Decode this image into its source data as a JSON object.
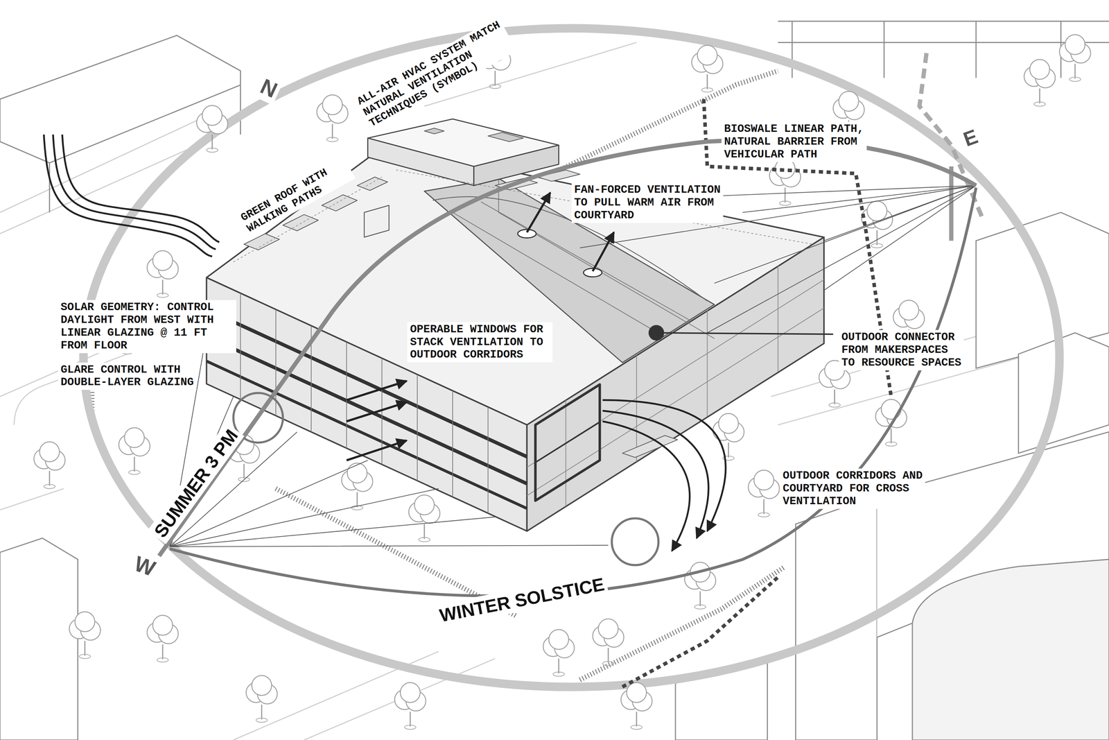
{
  "diagram": {
    "labels": [
      "N",
      "ALL-AIR HVAC SYSTEM MATCH NATURAL VENTILATION TECHNIQUES (SYMBOL)",
      "GREEN ROOF WITH WALKING PATHS",
      "BIOSWALE LINEAR PATH, NATURAL BARRIER FROM VEHICULAR PATH",
      "E",
      "FAN-FORCED VENTILATION TO PULL WARM AIR FROM COURTYARD",
      "SOLAR GEOMETRY: CONTROL DAYLIGHT FROM WEST WITH LINEAR GLAZING @ 11 FT FROM FLOOR",
      "OPERABLE WINDOWS FOR STACK VENTILATION TO OUTDOOR CORRIDORS",
      "OUTDOOR CONNECTOR FROM MAKERSPACES TO RESOURCE SPACES",
      "GLARE CONTROL WITH DOUBLE-LAYER GLAZING",
      "SUMMER 3 PM",
      "OUTDOOR CORRIDORS AND COURTYARD FOR CROSS VENTILATION",
      "W",
      "WINTER SOLSTICE"
    ]
  }
}
